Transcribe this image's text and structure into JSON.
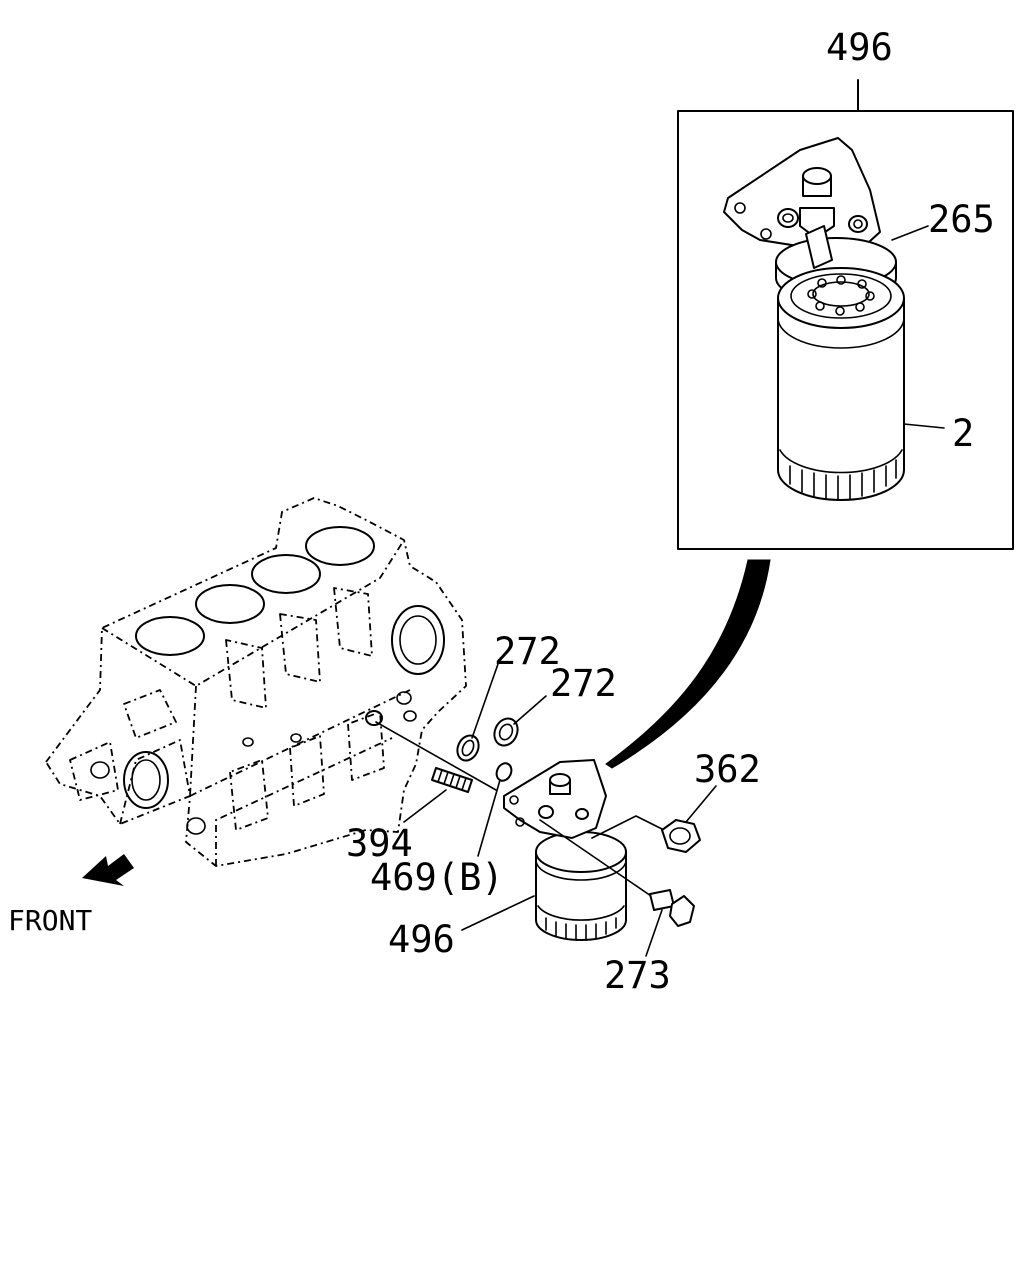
{
  "labels": {
    "inset_assembly": "496",
    "filter_body": "265",
    "element": "2",
    "o_ring_upper": "272",
    "o_ring_right": "272",
    "nut": "362",
    "stud": "394",
    "o_ring_small": "469(B)",
    "filter_assembly": "496",
    "bolt": "273"
  },
  "direction_label": "FRONT"
}
